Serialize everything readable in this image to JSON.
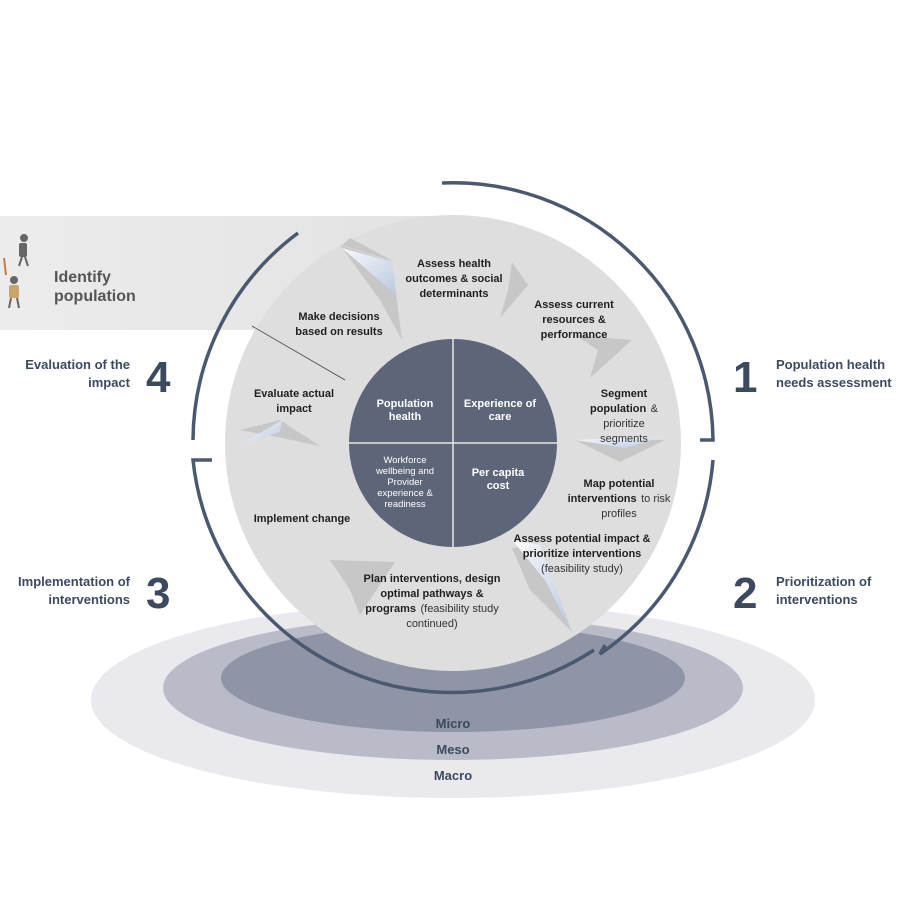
{
  "identify": {
    "line1": "Identify",
    "line2": "population"
  },
  "center": {
    "q1": "Population health",
    "q2": "Experience of care",
    "q3": "Workforce wellbeing and Provider experience & readiness",
    "q4": "Per capita cost"
  },
  "steps": {
    "s1": {
      "bold": "Assess health outcomes & social determinants"
    },
    "s2": {
      "bold": "Assess current resources & performance"
    },
    "s3": {
      "bold1": "Segment population",
      "normal1": "& prioritize segments"
    },
    "s4": {
      "bold1": "Map potential interventions",
      "normal1": "to risk profiles"
    },
    "s5": {
      "bold1": "Assess potential impact & prioritize interventions",
      "normal1": "(feasibility study)"
    },
    "s6": {
      "bold1": "Plan interventions, design optimal pathways & programs",
      "normal1": "(feasibility study continued)"
    },
    "s7": {
      "bold": "Implement change"
    },
    "s8": {
      "bold": "Evaluate actual impact"
    },
    "s9": {
      "bold": "Make decisions based on results"
    }
  },
  "phases": {
    "p1": {
      "num": "1",
      "text": "Population health needs assessment"
    },
    "p2": {
      "num": "2",
      "text": "Prioritization of interventions"
    },
    "p3": {
      "num": "3",
      "text": "Implementation of interventions"
    },
    "p4": {
      "num": "4",
      "text": "Evaluation of the impact"
    }
  },
  "levels": {
    "micro": "Micro",
    "meso": "Meso",
    "macro": "Macro"
  },
  "colors": {
    "ring": "#4a5970",
    "center": "#5d6578",
    "disk": "#dcdcdc",
    "accent": "#3c4a60"
  }
}
